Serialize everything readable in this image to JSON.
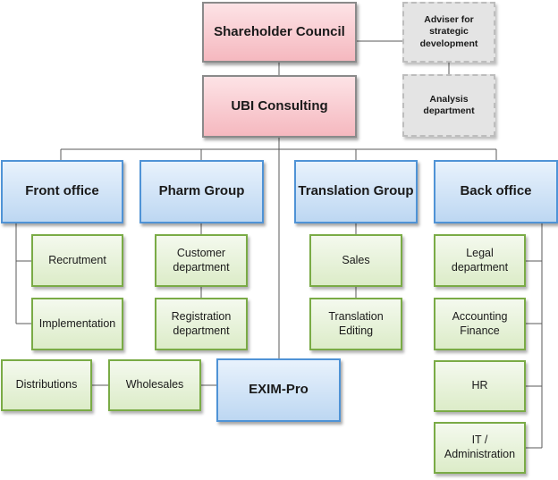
{
  "top": {
    "shareholder_council": "Shareholder Council",
    "ubi_consulting": "UBI Consulting"
  },
  "advisory": {
    "adviser": "Adviser for\nstrategic\ndevelopment",
    "analysis": "Analysis\ndepartment"
  },
  "divisions": {
    "front_office": "Front office",
    "pharm_group": "Pharm Group",
    "translation_group": "Translation Group",
    "back_office": "Back office"
  },
  "front_office_units": [
    "Recrutment",
    "Implementation"
  ],
  "pharm_units": [
    "Customer\ndepartment",
    "Registration\ndepartment"
  ],
  "translation_units": [
    "Sales",
    "Translation\nEditing"
  ],
  "back_office_units": [
    "Legal\ndepartment",
    "Accounting\nFinance",
    "HR",
    "IT /\nAdministration"
  ],
  "exim": {
    "exim_pro": "EXIM-Pro",
    "wholesales": "Wholesales",
    "distributions": "Distributions"
  },
  "colors": {
    "top_fill": "#f5b8bf",
    "division_border": "#4f93d6",
    "unit_border": "#7aab46",
    "advisory_fill": "#e4e4e4",
    "line": "#595959"
  }
}
